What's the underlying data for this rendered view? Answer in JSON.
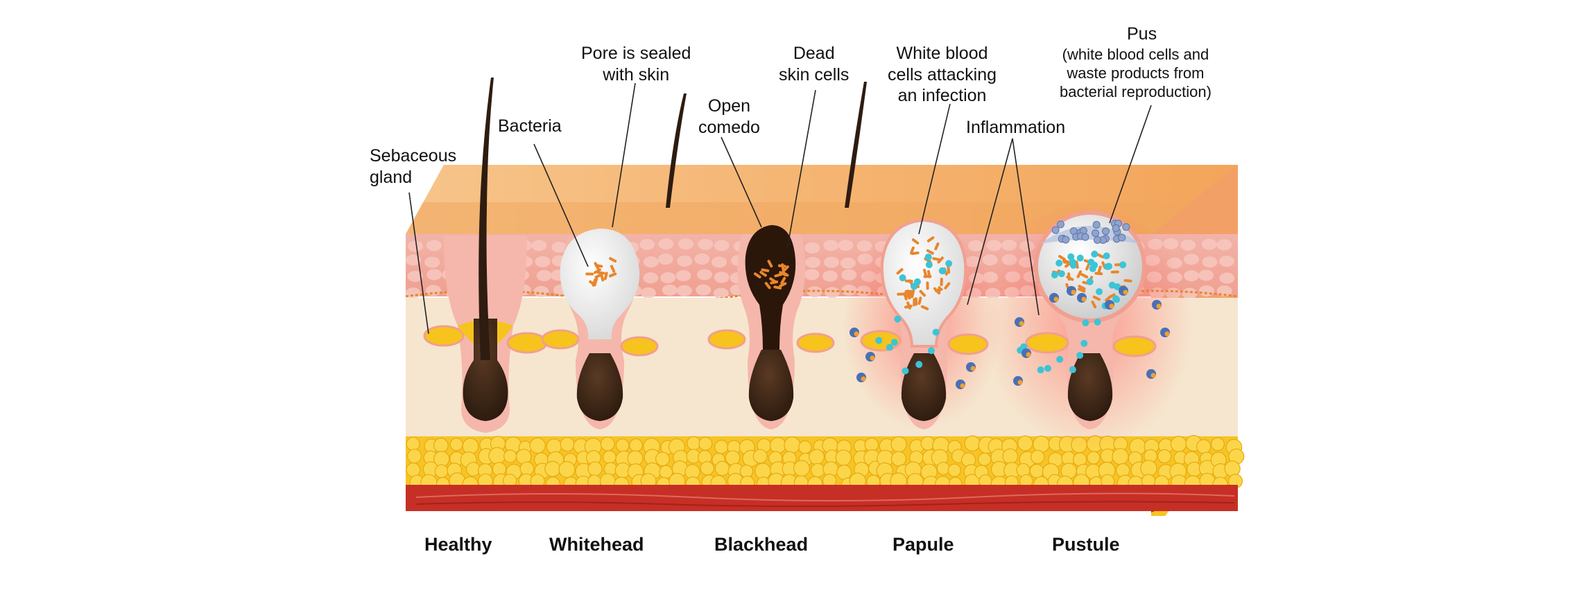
{
  "diagram": {
    "annotations": {
      "sebaceous_gland": [
        "Sebaceous",
        "gland"
      ],
      "bacteria": [
        "Bacteria"
      ],
      "pore_sealed": [
        "Pore is sealed",
        "with skin"
      ],
      "open_comedo": [
        "Open",
        "comedo"
      ],
      "dead_skin_cells": [
        "Dead",
        "skin cells"
      ],
      "white_blood_cells": [
        "White blood",
        "cells attacking",
        "an infection"
      ],
      "inflammation": [
        "Inflammation"
      ],
      "pus_title": "Pus",
      "pus_detail": [
        "(white blood cells and",
        "waste products from",
        "bacterial reproduction)"
      ]
    },
    "stages": [
      "Healthy",
      "Whitehead",
      "Blackhead",
      "Papule",
      "Pustule"
    ],
    "colors": {
      "skin_top": "#f4a460",
      "epidermis": "#f2b3a8",
      "dermis": "#f6e6cf",
      "fat": "#f6c425",
      "muscle": "#c62f25",
      "follicle": "#3a2415",
      "sebum": "#f7c31d",
      "bacteria": "#e8862c",
      "white_cells": "#3cc4d6",
      "inflammation": "#ff5a5a"
    }
  }
}
